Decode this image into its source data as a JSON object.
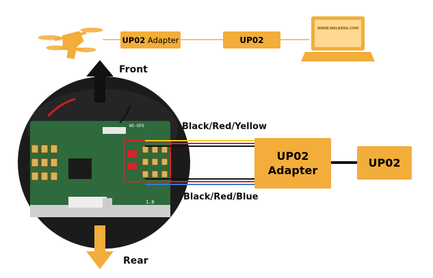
{
  "top_chain": {
    "adapter_label_strong": "UP02",
    "adapter_label_rest": "Adapter",
    "up02_label": "UP02",
    "laptop_screen_text": "WWW.WALKERA.COM"
  },
  "board": {
    "front_label": "Front",
    "rear_label": "Rear",
    "chip_label": "WS-UFO",
    "version_label": "1.0"
  },
  "wires": {
    "top_label": "Black/Red/Yellow",
    "bottom_label": "Black/Red/Blue"
  },
  "main": {
    "adapter_line1": "UP02",
    "adapter_line2": "Adapter",
    "up02_label": "UP02"
  },
  "colors": {
    "accent": "#f3ad3a",
    "board_green": "#2e6a3c",
    "wire_yellow": "#f2d11a",
    "wire_red": "#d8232a",
    "wire_blue": "#2f7ed8",
    "wire_black": "#111111"
  },
  "icons": {
    "drone": "quadcopter-icon",
    "laptop": "laptop-icon",
    "front_arrow": "arrow-up-icon",
    "rear_arrow": "arrow-down-icon"
  }
}
